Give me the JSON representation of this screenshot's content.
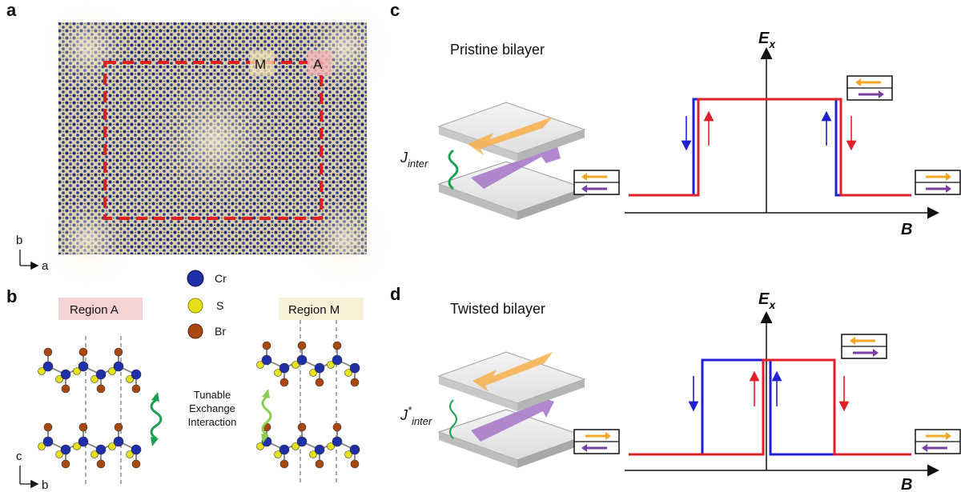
{
  "panels": {
    "a": {
      "letter": "a",
      "region_labels": {
        "M": "M",
        "A": "A"
      },
      "axes": {
        "b": "b",
        "a": "a"
      }
    },
    "b": {
      "letter": "b",
      "legend": [
        {
          "element": "Cr",
          "color": "#1f2fa8"
        },
        {
          "element": "S",
          "color": "#e6e01a"
        },
        {
          "element": "Br",
          "color": "#a84810"
        }
      ],
      "region_a_label": "Region A",
      "region_m_label": "Region M",
      "middle_text": [
        "Tunable",
        "Exchange",
        "Interaction"
      ],
      "axes": {
        "c": "c",
        "b": "b"
      }
    },
    "c": {
      "letter": "c",
      "title": "Pristine bilayer",
      "coupling_label": "J",
      "coupling_sub": "inter",
      "y_axis": "E",
      "y_axis_sub": "x",
      "x_axis": "B"
    },
    "d": {
      "letter": "d",
      "title": "Twisted bilayer",
      "coupling_label": "J",
      "coupling_sup": "*",
      "coupling_sub": "inter",
      "y_axis": "E",
      "y_axis_sub": "x",
      "x_axis": "B"
    }
  },
  "colors": {
    "sweep_up": "#2020d0",
    "sweep_down": "#e0202a",
    "top_layer_arrow": "#f5a623",
    "bottom_layer_arrow": "#7a3fa0",
    "dash_box": "#e02020",
    "coupling": "#1aa050"
  }
}
